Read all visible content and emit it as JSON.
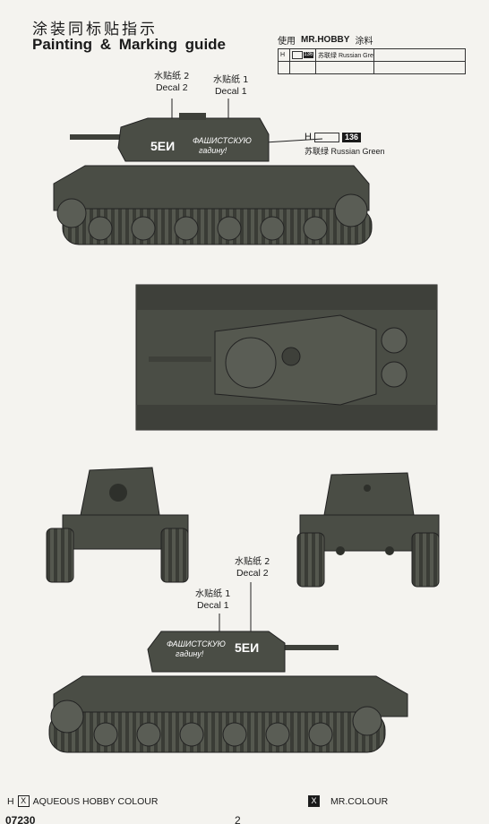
{
  "header": {
    "title_cn": "涂装同标贴指示",
    "title_en": "Painting & Marking guide"
  },
  "paint_table": {
    "brand_prefix": "使用",
    "brand": "MR.HOBBY",
    "brand_suffix": "涂料",
    "rows": [
      {
        "code_h": "H",
        "code_num": "136",
        "desc": "苏联绿 Russian Green"
      }
    ]
  },
  "callouts": {
    "top_decal2_cn": "水贴纸 2",
    "top_decal2_en": "Decal 2",
    "top_decal1_cn": "水贴纸 1",
    "top_decal1_en": "Decal 1",
    "bottom_decal2_cn": "水贴纸 2",
    "bottom_decal2_en": "Decal 2",
    "bottom_decal1_cn": "水贴纸 1",
    "bottom_decal1_en": "Decal 1",
    "paint_h": "H",
    "paint_num": "136",
    "paint_name": "苏联绿  Russian Green"
  },
  "turret_text": {
    "slogan_line1": "ФАШИСТСКУЮ",
    "slogan_line2": "гадину!",
    "number": "5ЕИ"
  },
  "footer": {
    "h_letter": "H",
    "x_mark": "X",
    "aqueous": "AQUEOUS HOBBY COLOUR",
    "mr_colour": "MR.COLOUR",
    "page_code": "07230",
    "page_num": "2"
  },
  "colors": {
    "tank_body": "#4a4d45",
    "tank_dark": "#2e302b",
    "tank_light": "#6b6e66",
    "paper": "#f4f3ef"
  }
}
